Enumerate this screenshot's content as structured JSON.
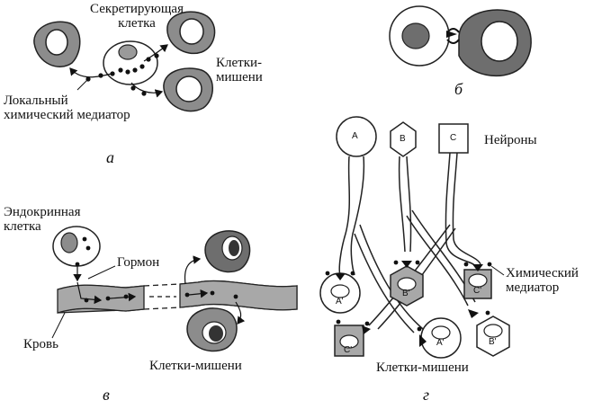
{
  "panel_a": {
    "caption": "а",
    "secreting_line1": "Секретирующая",
    "secreting_line2": "клетка",
    "targets_line1": "Клетки-",
    "targets_line2": "мишени",
    "mediator_line1": "Локальный",
    "mediator_line2": "химический медиатор"
  },
  "panel_b": {
    "caption": "б"
  },
  "panel_c": {
    "caption": "в",
    "endocrine_line1": "Эндокринная",
    "endocrine_line2": "клетка",
    "hormone": "Гормон",
    "blood": "Кровь",
    "targets": "Клетки-мишени"
  },
  "panel_d": {
    "caption": "г",
    "neurons": "Нейроны",
    "mediator_line1": "Химический",
    "mediator_line2": "медиатор",
    "targets": "Клетки-мишени",
    "neuron_labels": [
      "A",
      "B",
      "C"
    ],
    "target_labels": [
      "A'",
      "B'",
      "C'",
      "C'",
      "A'",
      "B'"
    ]
  }
}
